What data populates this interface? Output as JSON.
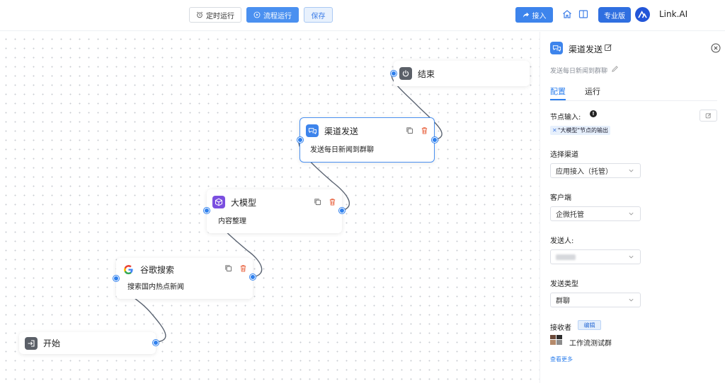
{
  "toolbar": {
    "schedule_label": "定时运行",
    "run_label": "流程运行",
    "save_label": "保存",
    "access_label": "接入",
    "pro_label": "专业版",
    "brand": "Link.AI"
  },
  "nodes": {
    "end": {
      "title": "结束"
    },
    "channel": {
      "title": "渠道发送",
      "desc": "发送每日新闻到群聊"
    },
    "llm": {
      "title": "大模型",
      "desc": "内容整理"
    },
    "google": {
      "title": "谷歌搜索",
      "desc": "搜索国内热点新闻"
    },
    "start": {
      "title": "开始"
    }
  },
  "panel": {
    "title": "渠道发送",
    "subtitle": "发送每日新闻到群聊",
    "tabs": [
      "配置",
      "运行"
    ],
    "node_input_label": "节点输入:",
    "node_input_tag": "\"大模型\"节点的输出",
    "select_channel_label": "选择渠道",
    "select_channel_value": "应用接入（托管）",
    "client_label": "客户端",
    "client_value": "企微托管",
    "sender_label": "发送人:",
    "send_type_label": "发送类型",
    "send_type_value": "群聊",
    "receiver_label": "接收者",
    "edit_label": "编辑",
    "group_name": "工作流测试群",
    "see_more": "查看更多"
  },
  "colors": {
    "accent": "#2f80ed",
    "primary_button": "#4a90f0",
    "pro_badge": "#2f6fe0",
    "delete_icon": "#e8603c",
    "edge": "#5b6472"
  },
  "icons": [
    "alarm-clock-icon",
    "play-circle-icon",
    "share-icon",
    "home-icon",
    "book-icon",
    "power-icon",
    "chat-bubbles-icon",
    "cube-icon",
    "google-icon",
    "login-icon",
    "copy-icon",
    "trash-icon",
    "edit-icon",
    "close-circle-icon",
    "info-icon",
    "chevron-down-icon"
  ]
}
